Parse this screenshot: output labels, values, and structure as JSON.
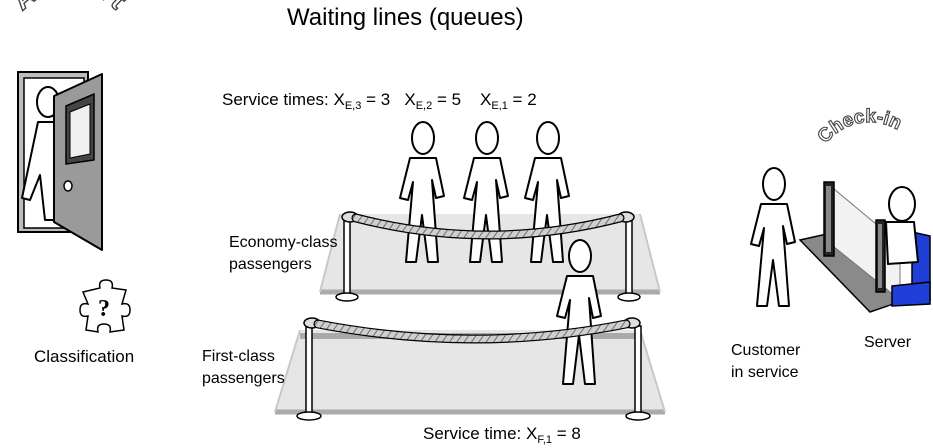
{
  "title": "Waiting lines (queues)",
  "labels": {
    "airport": "Airport",
    "check_in": "Check-in",
    "classification": "Classification",
    "classification_symbol": "?",
    "economy": [
      "Economy-class",
      "passengers"
    ],
    "first": [
      "First-class",
      "passengers"
    ],
    "customer": [
      "Customer",
      "in service"
    ],
    "server": "Server"
  },
  "service_times": {
    "economy_prefix": "Service times:",
    "economy": [
      {
        "var": "X",
        "sub": "E,3",
        "rest": " = 3"
      },
      {
        "var": "X",
        "sub": "E,2",
        "rest": " = 5"
      },
      {
        "var": "X",
        "sub": "E,1",
        "rest": " = 2"
      }
    ],
    "first_prefix": "Service time:",
    "first": {
      "var": "X",
      "sub": "F,1",
      "rest": " = 8"
    }
  },
  "colors": {
    "platform": "#e6e6e6",
    "platform_edge": "#aaaaaa",
    "rope": "#888888",
    "door": "#9a9a9a",
    "chair_blue": "#1f3fd8"
  }
}
